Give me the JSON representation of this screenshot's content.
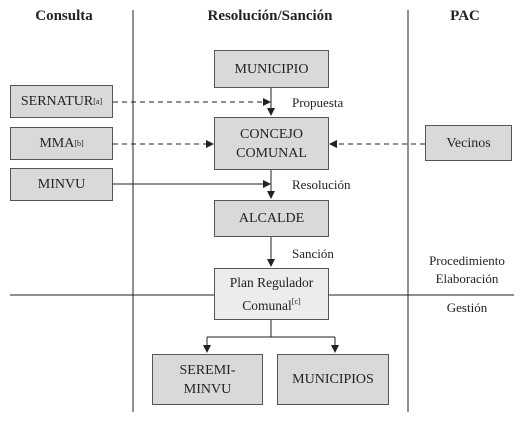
{
  "headers": {
    "consulta": "Consulta",
    "resolucion": "Resolución/Sanción",
    "pac": "PAC"
  },
  "nodes": {
    "sernatur": {
      "text": "SERNATUR",
      "sup": "[a]"
    },
    "mma": {
      "text": "MMA",
      "sup": "[b]"
    },
    "minvu": {
      "text": "MINVU"
    },
    "municipio": {
      "text": "MUNICIPIO"
    },
    "concejo_line1": "CONCEJO",
    "concejo_line2": "COMUNAL",
    "vecinos": {
      "text": "Vecinos"
    },
    "alcalde": {
      "text": "ALCALDE"
    },
    "plan_line1": "Plan Regulador",
    "plan_line2": "Comunal",
    "plan_sup": "[c]",
    "seremi_line1": "SEREMI-",
    "seremi_line2": "MINVU",
    "municipios": {
      "text": "MUNICIPIOS"
    }
  },
  "edge_labels": {
    "propuesta": "Propuesta",
    "resolucion": "Resolución",
    "sancion": "Sanción"
  },
  "phase_labels": {
    "procedimiento": "Procedimiento",
    "elaboracion": "Elaboración",
    "gestion": "Gestión"
  }
}
